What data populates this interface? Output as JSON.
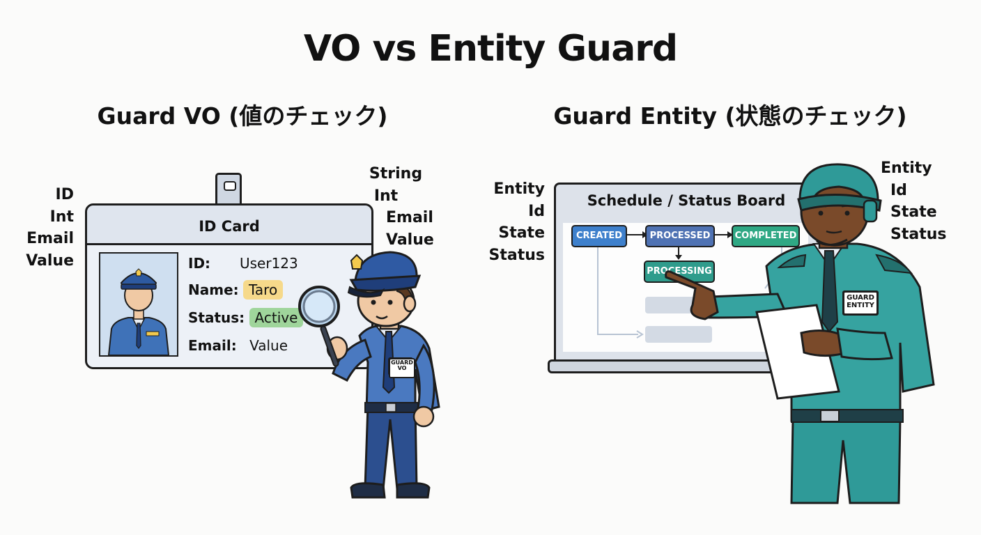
{
  "title": "VO vs Entity Guard",
  "left": {
    "heading": "Guard VO (値のチェック)",
    "labels_left": [
      "ID",
      "Int",
      "Email",
      "Value"
    ],
    "labels_right": [
      "String",
      "Int",
      "Email",
      "Value"
    ],
    "card": {
      "title": "ID Card",
      "fields": [
        {
          "key": "ID:",
          "value": "User123"
        },
        {
          "key": "Name:",
          "value": "Taro"
        },
        {
          "key": "Status:",
          "value": "Active"
        },
        {
          "key": "Email:",
          "value": "Value"
        }
      ]
    },
    "badge": [
      "GUARD",
      "VO"
    ]
  },
  "right": {
    "heading": "Guard Entity (状態のチェック)",
    "labels_left": [
      "Entity",
      "Id",
      "State",
      "Status"
    ],
    "labels_right": [
      "Entity",
      "Id",
      "State",
      "Status"
    ],
    "board": {
      "title": "Schedule / Status Board",
      "nodes": {
        "created": "CREATED",
        "processed": "PROCESSED",
        "completed": "COMPLETED",
        "processing": "PROCESSING"
      }
    },
    "badge": [
      "GUARD",
      "ENTITY"
    ]
  },
  "colors": {
    "vo_guard": "#3f72b8",
    "entity_guard": "#2f9a98",
    "pill_yellow": "#f6d98a",
    "pill_green": "#9fd59b"
  }
}
